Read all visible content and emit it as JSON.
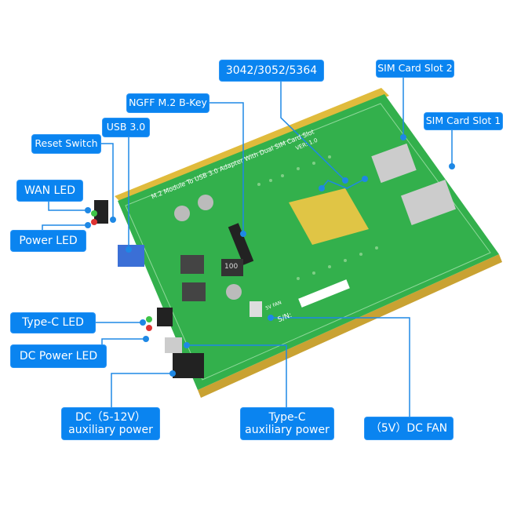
{
  "board": {
    "silkscreen_title": "M.2 Module To USB 3.0 Adapter With Dual SIM Card Slot",
    "version": "VER: 1.0",
    "serial_label": "S/N:",
    "fan_label": "5V FAN",
    "inductor_label": "100"
  },
  "labels": {
    "modules": "3042/3052/5364",
    "sim2": "SIM Card Slot 2",
    "ngff": "NGFF M.2 B-Key",
    "sim1": "SIM Card Slot 1",
    "usb": "USB 3.0",
    "reset": "Reset Switch",
    "wan": "WAN LED",
    "power": "Power LED",
    "typec_led": "Type-C LED",
    "dc_led": "DC Power LED",
    "dc_aux_1": "DC（5-12V）",
    "dc_aux_2": "auxiliary power",
    "typec_aux_1": "Type-C",
    "typec_aux_2": "auxiliary power",
    "fan": "（5V）DC FAN"
  },
  "colors": {
    "label_bg": "#0a84f0",
    "pcb": "#2fae4a",
    "edge": "#d8b23a",
    "leader": "#1e88e5"
  }
}
